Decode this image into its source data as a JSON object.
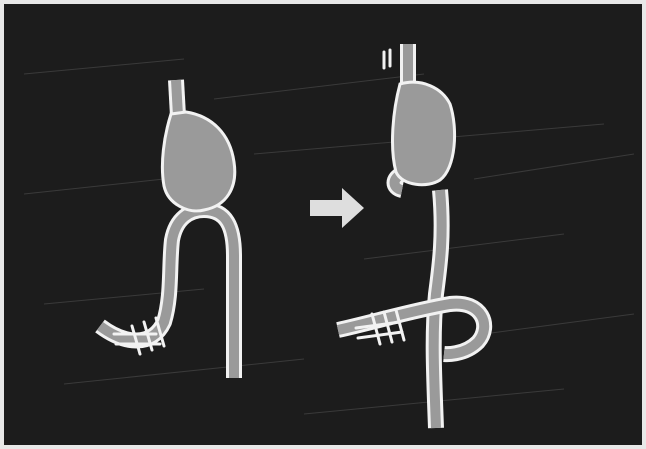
{
  "figure": {
    "kind": "surgical-schematic",
    "panels": [
      {
        "id": "before",
        "state": "original-anatomy"
      },
      {
        "id": "after",
        "state": "reconstructed-anatomy"
      }
    ]
  },
  "colors": {
    "background": "#1c1c1c",
    "frame": "#e8e8e8",
    "organ_fill": "#9a9a9a",
    "organ_outline": "#f2f2f2",
    "scratches": "#3a3a3a",
    "arrow": "#dedede"
  },
  "icons": {
    "transition": "arrow-right-icon"
  }
}
